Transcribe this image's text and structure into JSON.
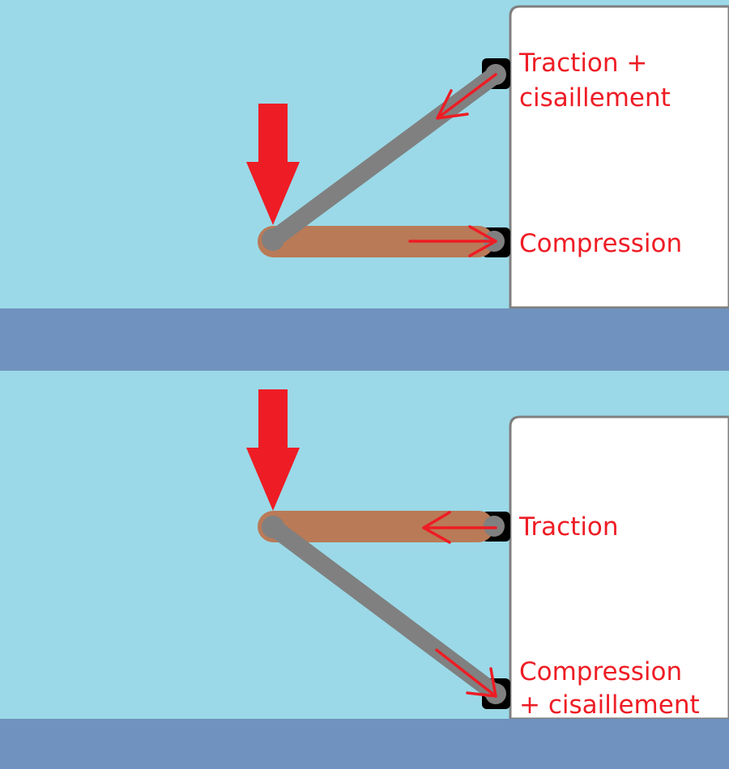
{
  "colors": {
    "background": "#9bd9e8",
    "ground": "#6f93be",
    "wall": "#ffffff",
    "wall_border": "#7f7f7f",
    "rod_steel": "#808080",
    "rod_copper": "#b97a57",
    "load_arrow": "#ee1c24",
    "annotation": "#ee1c24",
    "anchor": "#000000"
  },
  "panels": [
    {
      "load": "downward-load-arrow",
      "rods": [
        {
          "material": "steel",
          "color": "#808080",
          "orientation": "inclined-up"
        },
        {
          "material": "copper",
          "color": "#b97a57",
          "orientation": "horizontal"
        }
      ],
      "labels": {
        "upper_line1": "Traction +",
        "upper_line2": "cisaillement",
        "lower_line1": "Compression"
      }
    },
    {
      "load": "downward-load-arrow",
      "rods": [
        {
          "material": "copper",
          "color": "#b97a57",
          "orientation": "horizontal"
        },
        {
          "material": "steel",
          "color": "#808080",
          "orientation": "inclined-down"
        }
      ],
      "labels": {
        "upper_line1": "Traction",
        "lower_line1": "Compression",
        "lower_line2": "+ cisaillement"
      }
    }
  ]
}
